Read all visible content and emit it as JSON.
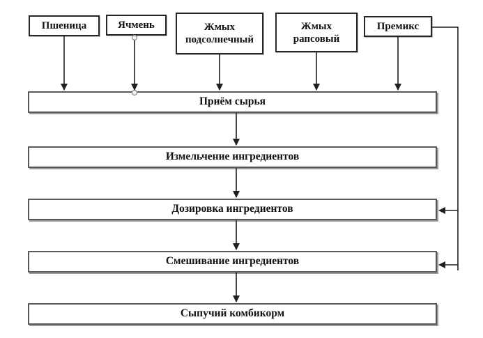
{
  "diagram": {
    "sources": [
      {
        "label": "Пшеница"
      },
      {
        "label": "Ячмень"
      },
      {
        "label": "Жмых подсолнечный"
      },
      {
        "label": "Жмых рапсовый"
      },
      {
        "label": "Премикс"
      }
    ],
    "stages": [
      {
        "label": "Приём сырья"
      },
      {
        "label": "Измельчение ингредиентов"
      },
      {
        "label": "Дозировка ингредиентов"
      },
      {
        "label": "Смешивание ингредиентов"
      },
      {
        "label": "Сыпучий комбикорм"
      }
    ]
  },
  "colors": {
    "background": "#ffffff",
    "source_border": "#262626",
    "stage_border": "#595959",
    "stage_shadow": "#9a9a9a",
    "line": "#1f1f1f",
    "text": "#111111"
  }
}
